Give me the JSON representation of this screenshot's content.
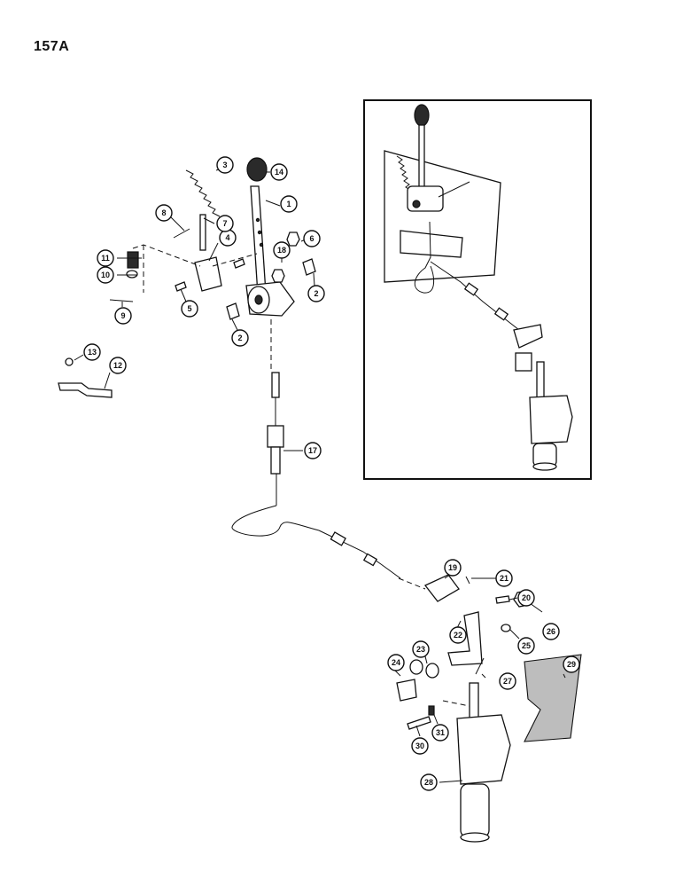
{
  "page": {
    "title": "157A"
  },
  "callouts": [
    {
      "id": "c1",
      "label": "1"
    },
    {
      "id": "c2a",
      "label": "2"
    },
    {
      "id": "c2b",
      "label": "2"
    },
    {
      "id": "c3",
      "label": "3"
    },
    {
      "id": "c4",
      "label": "4"
    },
    {
      "id": "c5",
      "label": "5"
    },
    {
      "id": "c6",
      "label": "6"
    },
    {
      "id": "c7",
      "label": "7"
    },
    {
      "id": "c8",
      "label": "8"
    },
    {
      "id": "c9",
      "label": "9"
    },
    {
      "id": "c10",
      "label": "10"
    },
    {
      "id": "c11",
      "label": "11"
    },
    {
      "id": "c12",
      "label": "12"
    },
    {
      "id": "c13",
      "label": "13"
    },
    {
      "id": "c14",
      "label": "14"
    },
    {
      "id": "c17",
      "label": "17"
    },
    {
      "id": "c18",
      "label": "18"
    },
    {
      "id": "c19",
      "label": "19"
    },
    {
      "id": "c20",
      "label": "20"
    },
    {
      "id": "c21",
      "label": "21"
    },
    {
      "id": "c22",
      "label": "22"
    },
    {
      "id": "c23",
      "label": "23"
    },
    {
      "id": "c24",
      "label": "24"
    },
    {
      "id": "c25",
      "label": "25"
    },
    {
      "id": "c26",
      "label": "26"
    },
    {
      "id": "c27",
      "label": "27"
    },
    {
      "id": "c28",
      "label": "28"
    },
    {
      "id": "c29",
      "label": "29"
    },
    {
      "id": "c30",
      "label": "30"
    },
    {
      "id": "c31",
      "label": "31"
    }
  ]
}
